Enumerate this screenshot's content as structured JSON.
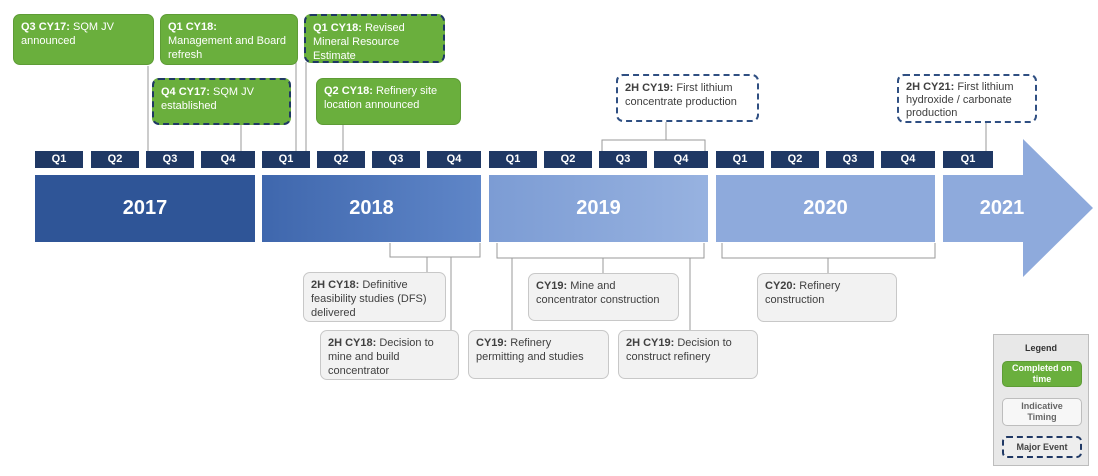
{
  "quarters": [
    "Q1",
    "Q2",
    "Q3",
    "Q4",
    "Q1",
    "Q2",
    "Q3",
    "Q4",
    "Q1",
    "Q2",
    "Q3",
    "Q4",
    "Q1",
    "Q2",
    "Q3",
    "Q4",
    "Q1"
  ],
  "years": [
    "2017",
    "2018",
    "2019",
    "2020",
    "2021"
  ],
  "colors": {
    "quarter_bg": "#1f3864",
    "year_2017": "#2f5597",
    "year_2018": "#4a72b8",
    "year_2019": "#8eaadc",
    "year_2020": "#8eaadc",
    "year_2021": "#8eaadc",
    "completed": "#6aaf3d",
    "indicative": "#f2f2f2",
    "major_border": "#1f3864"
  },
  "events_top": [
    {
      "lead": "Q3 CY17:",
      "text": "SQM JV announced"
    },
    {
      "lead": "Q1 CY18:",
      "text": "Management and Board refresh"
    },
    {
      "lead": "Q1 CY18:",
      "text": "Revised Mineral Resource Estimate"
    },
    {
      "lead": "Q4 CY17:",
      "text": "SQM JV established"
    },
    {
      "lead": "Q2 CY18:",
      "text": "Refinery site location announced"
    },
    {
      "lead": "2H CY19:",
      "text": "First lithium concentrate production"
    },
    {
      "lead": "2H CY21:",
      "text": "First lithium hydroxide / carbonate production"
    }
  ],
  "events_bottom": [
    {
      "lead": "2H CY18:",
      "text": "Definitive feasibility studies (DFS) delivered"
    },
    {
      "lead": "2H CY18:",
      "text": "Decision to mine and build concentrator"
    },
    {
      "lead": "CY19:",
      "text": "Mine and concentrator construction"
    },
    {
      "lead": "CY19:",
      "text": "Refinery permitting and studies"
    },
    {
      "lead": "2H CY19:",
      "text": "Decision to construct refinery"
    },
    {
      "lead": "CY20:",
      "text": "Refinery construction"
    }
  ],
  "legend": {
    "title": "Legend",
    "completed": "Completed on time",
    "indicative": "Indicative Timing",
    "major": "Major Event"
  }
}
